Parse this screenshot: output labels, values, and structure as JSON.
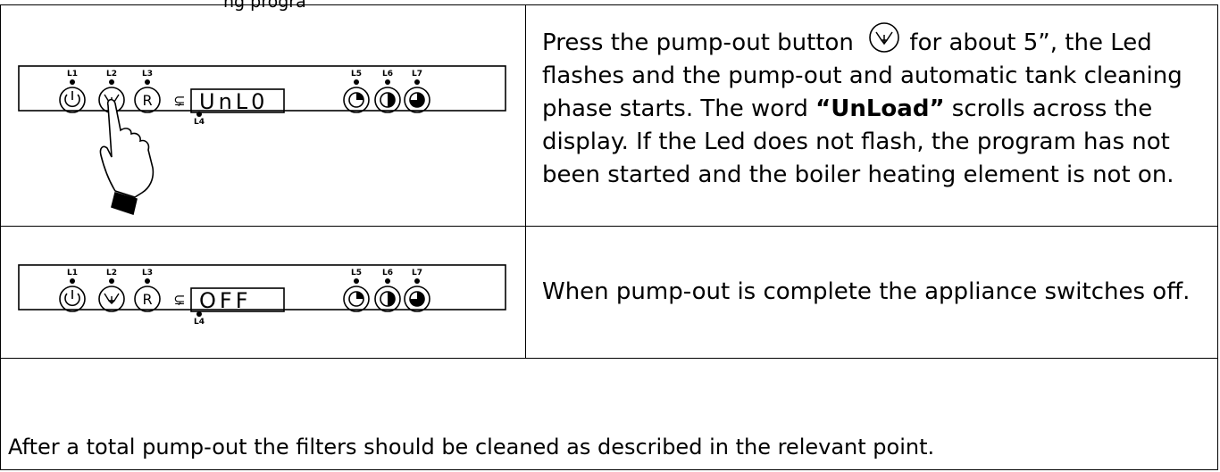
{
  "header_fragment": "ng progra",
  "rows": [
    {
      "panel": {
        "led_labels": [
          "L1",
          "L2",
          "L3",
          "L4",
          "L5",
          "L6",
          "L7"
        ],
        "display_text": "UnL0",
        "swap_symbol": "≦"
      },
      "text_before_icon": "Press the pump-out button",
      "text_after_icon": " for about 5”, the Led flashes and the pump-out and automatic tank cleaning phase starts. The word ",
      "bold_word": "“UnLoad”",
      "text_after_bold": " scrolls across the display. If the Led does not flash, the program has not been started and the boiler heating element is not on."
    },
    {
      "panel": {
        "led_labels": [
          "L1",
          "L2",
          "L3",
          "L4",
          "L5",
          "L6",
          "L7"
        ],
        "display_text": "OFF"
      },
      "text": "When pump-out is complete the appliance switches off."
    }
  ],
  "footer": "After a total pump-out the filters should be cleaned as described in the relevant point.",
  "icons": [
    "power-icon",
    "pump-out-icon",
    "reset-icon",
    "cycle-icon",
    "timer-short-icon",
    "timer-half-icon",
    "timer-long-icon",
    "hand-pointer-icon"
  ]
}
